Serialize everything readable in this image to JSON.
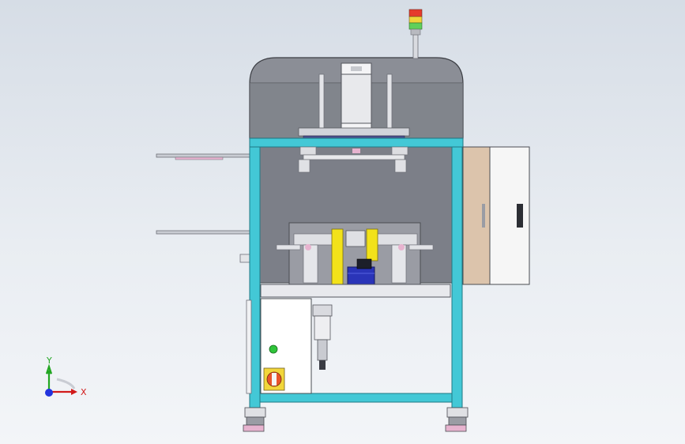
{
  "viewport": {
    "background_top": "#d6dde6",
    "background_bottom": "#f3f5f8"
  },
  "colors": {
    "frame": "#43c8d6",
    "frame_dark": "#2a9aa8",
    "enclosure": "#7c7f88",
    "enclosure_hood": "#9c9ea6",
    "cabinet_door": "#dcc4ac",
    "cabinet_body": "#f6f6f6",
    "motor": "#2a34b8",
    "belt": "#f2e21a",
    "rail": "#c9ccd3",
    "signal_red": "#e63a2c",
    "signal_yellow": "#f0d43a",
    "signal_green": "#5fd05a",
    "switch_orange": "#e8532a",
    "indicator_green": "#2fc43a"
  },
  "machine": {
    "components": [
      "signal-tower-icon",
      "hood",
      "press-cylinder",
      "guide-columns",
      "upper-frame-beam",
      "feed-rails",
      "control-cabinet",
      "drive-unit",
      "motor",
      "yellow-belts",
      "electrical-box",
      "rotary-switch",
      "indicator-light",
      "air-filter-regulator",
      "leveling-feet"
    ]
  },
  "axis_triad": {
    "x_label": "X",
    "y_label": "Y",
    "x_color": "#d11a1a",
    "y_color": "#22a622",
    "z_color": "#2233dd"
  }
}
